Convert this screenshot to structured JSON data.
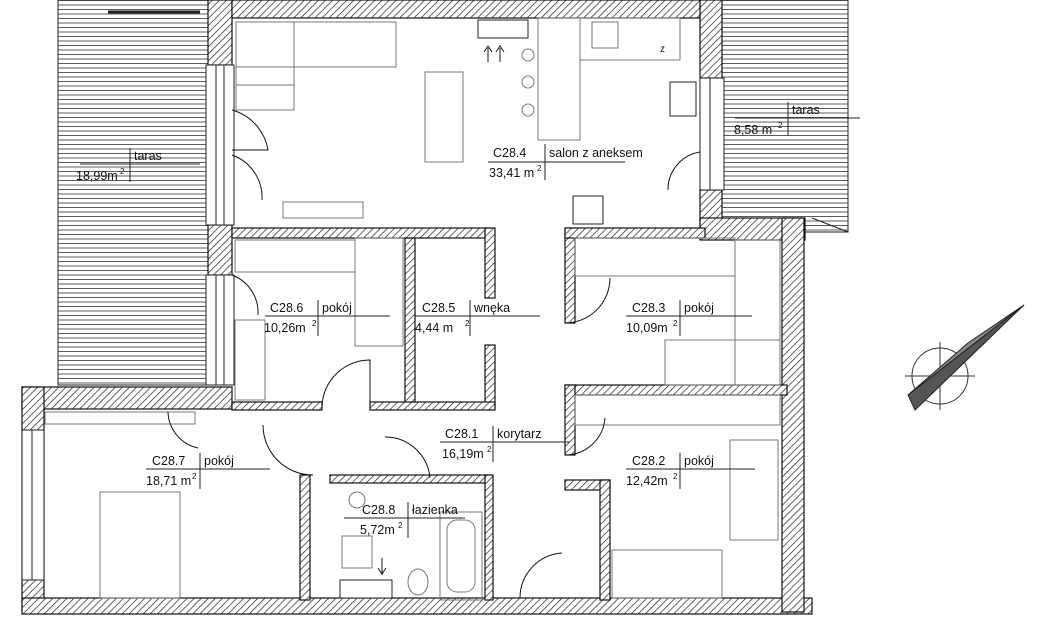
{
  "rooms": [
    {
      "code": "C28.4",
      "name": "salon z aneksem",
      "area": "33,41 m",
      "sup": "2"
    },
    {
      "code": "C28.6",
      "name": "pokój",
      "area": "10,26m",
      "sup": "2"
    },
    {
      "code": "C28.5",
      "name": "wnęka",
      "area": "4,44 m",
      "sup": "2"
    },
    {
      "code": "C28.3",
      "name": "pokój",
      "area": "10,09m",
      "sup": "2"
    },
    {
      "code": "C28.1",
      "name": "korytarz",
      "area": "16,19m",
      "sup": "2"
    },
    {
      "code": "C28.2",
      "name": "pokój",
      "area": "12,42m",
      "sup": "2"
    },
    {
      "code": "C28.7",
      "name": "pokój",
      "area": "18,71 m",
      "sup": "2"
    },
    {
      "code": "C28.8",
      "name": "łazienka",
      "area": "5,72m",
      "sup": "2"
    }
  ],
  "terraces": [
    {
      "name": "taras",
      "area": "18,99m",
      "sup": "2"
    },
    {
      "name": "taras",
      "area": "8,58 m",
      "sup": "2"
    }
  ],
  "kitchen_mark": "z",
  "icons": {
    "north": "north-arrow-icon"
  }
}
